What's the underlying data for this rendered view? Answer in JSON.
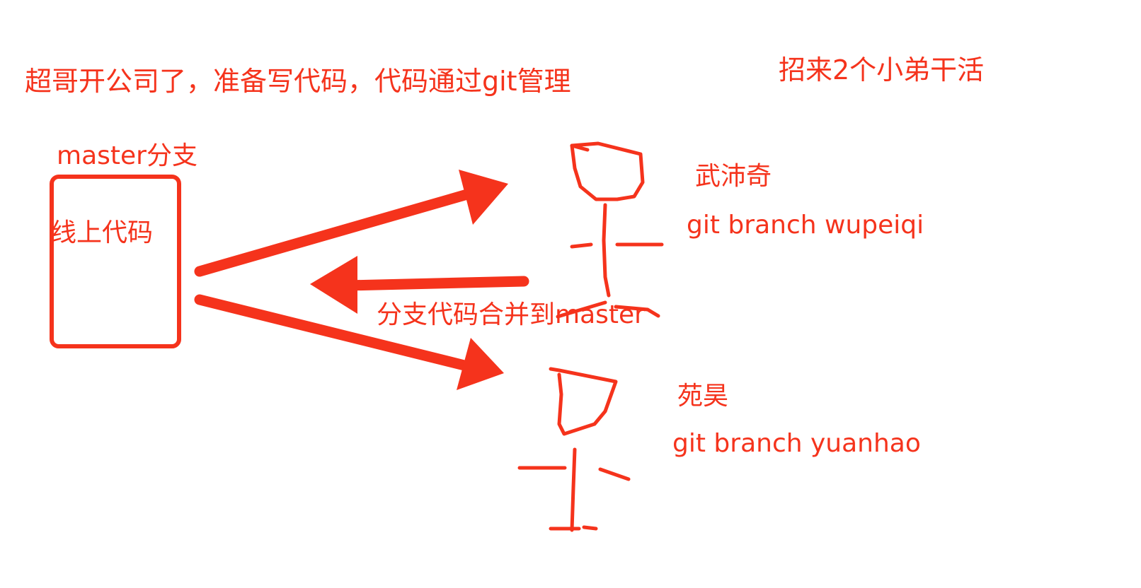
{
  "colors": {
    "ink": "#f5331c",
    "background": "#ffffff"
  },
  "texts": {
    "title": "超哥开公司了，准备写代码，代码通过git管理",
    "hire_note": "招来2个小弟干活",
    "master_branch": "master分支",
    "online_code": "线上代码",
    "person1_name": "武沛奇",
    "person1_command": "git branch wupeiqi",
    "merge_note": "分支代码合并到master",
    "person2_name": "苑昊",
    "person2_command": "git branch yuanhao"
  }
}
